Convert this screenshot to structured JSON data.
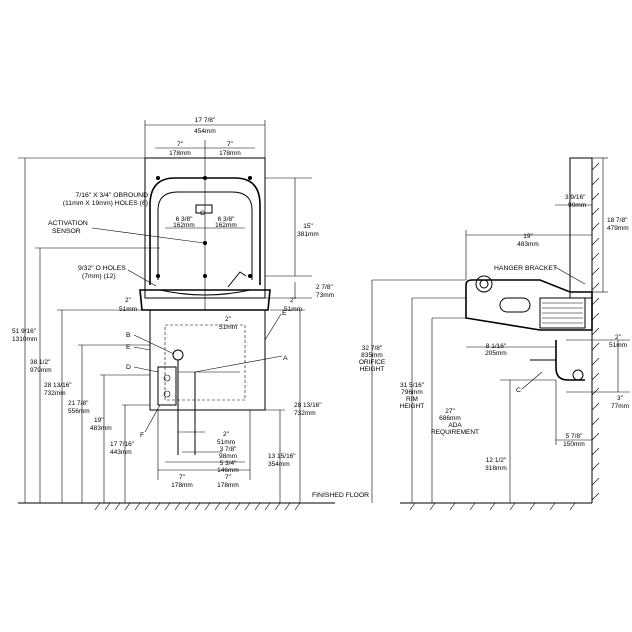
{
  "front": {
    "top_width": [
      "17 7/8\"",
      "454mm"
    ],
    "spacing_l": [
      "7\"",
      "178mm"
    ],
    "spacing_r": [
      "7\"",
      "178mm"
    ],
    "obround": [
      "7/16\" X 3/4\" OBROUND",
      "(11mm X 19mm) HOLES (6)"
    ],
    "activation": [
      "ACTIVATION",
      "SENSOR"
    ],
    "sensor_l": [
      "6 3/8\"",
      "162mm"
    ],
    "sensor_r": [
      "6 3/8\"",
      "162mm"
    ],
    "top_h": [
      "15\"",
      "381mm"
    ],
    "holes": [
      "9/32\" O HOLES",
      "(7mm) (12)"
    ],
    "bracket_h": [
      "2 7/8\"",
      "73mm"
    ],
    "two_l": [
      "2\"",
      "51mm"
    ],
    "two_r": [
      "2\"",
      "51mm"
    ],
    "two_c": [
      "2\"",
      "51mm"
    ],
    "total_h": [
      "51 9/16\"",
      "1310mm"
    ],
    "h38": [
      "38 1/2\"",
      "979mm"
    ],
    "h28l": [
      "28 13/16\"",
      "732mm"
    ],
    "h21": [
      "21 7/8\"",
      "556mm"
    ],
    "h19": [
      "19\"",
      "483mm"
    ],
    "h17": [
      "17 7/16\"",
      "443mm"
    ],
    "h28r": [
      "28 13/16\"",
      "732mm"
    ],
    "h13": [
      "13 15/16\"",
      "354mm"
    ],
    "two_b": [
      "2\"",
      "51mm"
    ],
    "three78": [
      "3 7/8\"",
      "98mm"
    ],
    "five34": [
      "5 3/4\"",
      "146mm"
    ],
    "bot_l": [
      "7\"",
      "178mm"
    ],
    "bot_r": [
      "7\"",
      "178mm"
    ],
    "labels": [
      "A",
      "B",
      "C",
      "D",
      "E",
      "E",
      "F"
    ],
    "floor": "FINISHED FLOOR"
  },
  "side": {
    "d39": [
      "3 9/16\"",
      "90mm"
    ],
    "d187": [
      "18 7/8\"",
      "479mm"
    ],
    "d19": [
      "19\"",
      "483mm"
    ],
    "hanger": "HANGER BRACKET",
    "orifice": [
      "32 7/8\"",
      "835mm",
      "ORIFICE",
      "HEIGHT"
    ],
    "rim": [
      "31 5/16\"",
      "796mm",
      "RIM",
      "HEIGHT"
    ],
    "ada": [
      "27\"",
      "686mm",
      "ADA",
      "REQUIREMENT"
    ],
    "d81": [
      "8 1/16\"",
      "205mm"
    ],
    "two": [
      "2\"",
      "51mm"
    ],
    "three": [
      "3\"",
      "77mm"
    ],
    "five78": [
      "5 7/8\"",
      "150mm"
    ],
    "twelve": [
      "12 1/2\"",
      "318mm"
    ],
    "c_label": "C"
  }
}
